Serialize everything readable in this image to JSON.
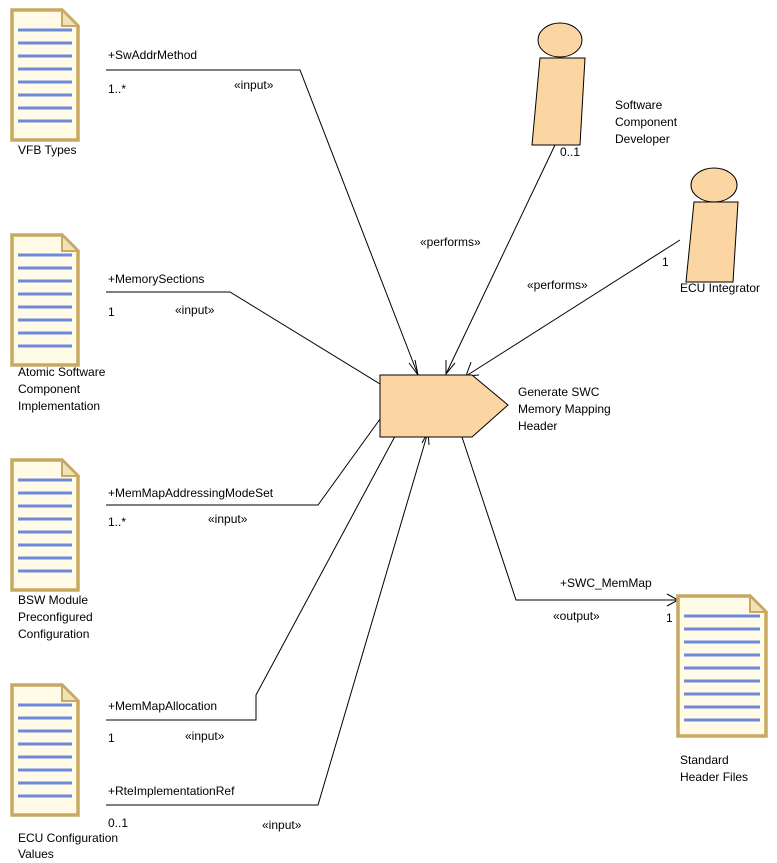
{
  "task": {
    "name_lines": [
      "Generate SWC",
      "Memory Mapping",
      "Header"
    ]
  },
  "artifacts": {
    "vfb_types": {
      "name_lines": [
        "VFB Types"
      ],
      "role": "+SwAddrMethod",
      "multiplicity": "1..*",
      "stereotype": "«input»"
    },
    "atomic_swc": {
      "name_lines": [
        "Atomic Software",
        "Component",
        "Implementation"
      ],
      "role": "+MemorySections",
      "multiplicity": "1",
      "stereotype": "«input»"
    },
    "bsw_module": {
      "name_lines": [
        "BSW Module",
        "Preconfigured",
        "Configuration"
      ],
      "role": "+MemMapAddressingModeSet",
      "multiplicity": "1..*",
      "stereotype": "«input»"
    },
    "ecu_config": {
      "name_lines": [
        "ECU Configuration",
        "Values"
      ],
      "role_1": "+MemMapAllocation",
      "multiplicity_1": "1",
      "stereotype_1": "«input»",
      "role_2": "+RteImplementationRef",
      "multiplicity_2": "0..1",
      "stereotype_2": "«input»"
    },
    "std_header": {
      "name_lines": [
        "Standard",
        "Header Files"
      ],
      "role": "+SWC_MemMap",
      "multiplicity": "1",
      "stereotype": "«output»"
    }
  },
  "roles": {
    "swc_developer": {
      "name_lines": [
        "Software",
        "Component",
        "Developer"
      ],
      "multiplicity": "0..1",
      "stereotype": "«performs»"
    },
    "ecu_integrator": {
      "name_lines": [
        "ECU Integrator"
      ],
      "multiplicity": "1",
      "stereotype": "«performs»"
    }
  }
}
